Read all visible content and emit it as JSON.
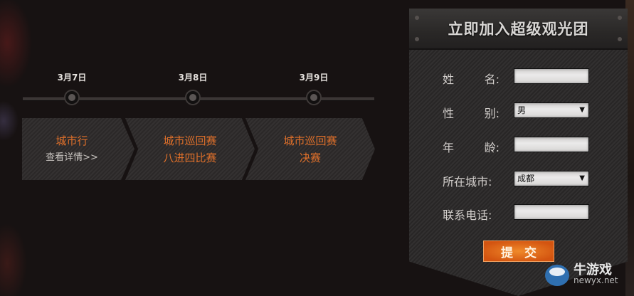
{
  "timeline": {
    "steps": [
      {
        "date": "3月7日",
        "title": "城市行",
        "subtitle": "查看详情>>"
      },
      {
        "date": "3月8日",
        "title": "城市巡回赛",
        "subtitle": "八进四比赛"
      },
      {
        "date": "3月9日",
        "title": "城市巡回赛",
        "subtitle": "决赛"
      }
    ]
  },
  "form": {
    "title": "立即加入超级观光团",
    "fields": {
      "name": {
        "label_a": "姓",
        "label_b": "名:",
        "value": ""
      },
      "gender": {
        "label_a": "性",
        "label_b": "别:",
        "value": "男"
      },
      "age": {
        "label_a": "年",
        "label_b": "龄:",
        "value": ""
      },
      "city": {
        "label": "所在城市:",
        "value": "成都"
      },
      "phone": {
        "label": "联系电话:",
        "value": ""
      }
    },
    "arrow": "▼",
    "submit_label": "提交"
  },
  "watermark": {
    "cn": "牛游戏",
    "en": "newyx.net"
  },
  "colors": {
    "accent": "#e0702a",
    "submit": "#d35410",
    "background": "#171212"
  }
}
